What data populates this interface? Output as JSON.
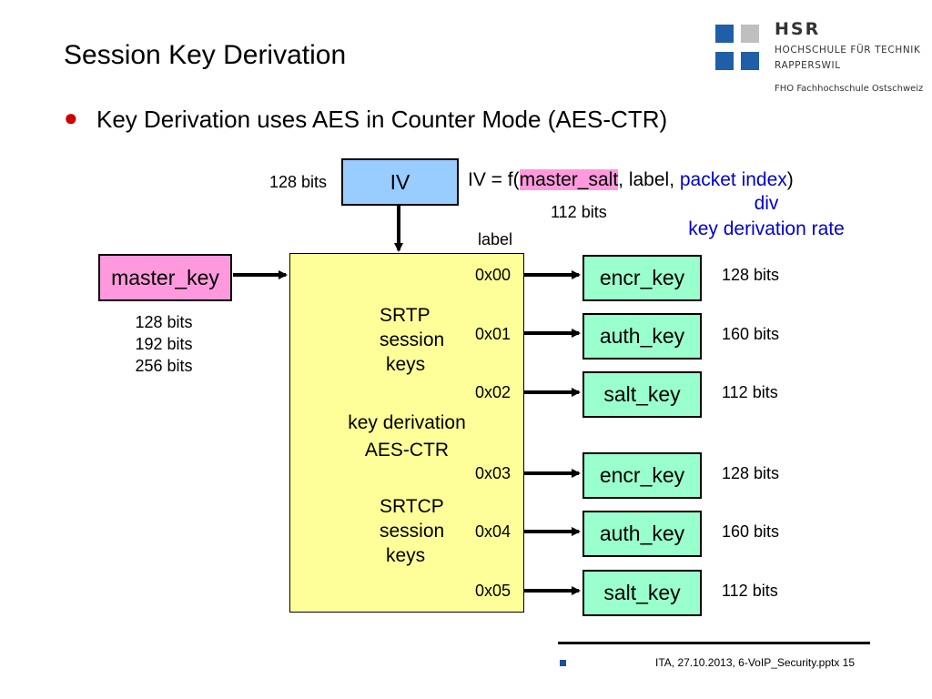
{
  "title": "Session Key Derivation",
  "bullet": "Key Derivation uses AES in Counter Mode (AES-CTR)",
  "logo": {
    "name": "HSR",
    "line1": "HOCHSCHULE FÜR TECHNIK",
    "line2": "RAPPERSWIL",
    "line3": "FHO Fachhochschule Ostschweiz",
    "colors": {
      "blue": "#1f5fa8",
      "gray": "#bfbfbf"
    }
  },
  "iv_box": {
    "label": "IV",
    "bits": "128 bits"
  },
  "iv_formula": {
    "prefix": "IV = f(",
    "master_salt": "master_salt",
    "middle": ", label, ",
    "packet_index": "packet index",
    "suffix": ")",
    "salt_bits": "112 bits",
    "div": "div",
    "kdr": "key derivation rate"
  },
  "master_key": {
    "label": "master_key",
    "bits": [
      "128 bits",
      "192 bits",
      "256 bits"
    ]
  },
  "kdf": {
    "line1": "key derivation",
    "line2": "AES-CTR",
    "label_header": "label",
    "srtp": [
      "SRTP",
      "session",
      "keys"
    ],
    "srtcp": [
      "SRTCP",
      "session",
      "keys"
    ]
  },
  "outputs": [
    {
      "label": "0x00",
      "key": "encr_key",
      "bits": "128 bits"
    },
    {
      "label": "0x01",
      "key": "auth_key",
      "bits": "160 bits"
    },
    {
      "label": "0x02",
      "key": "salt_key",
      "bits": "112 bits"
    },
    {
      "label": "0x03",
      "key": "encr_key",
      "bits": "128 bits"
    },
    {
      "label": "0x04",
      "key": "auth_key",
      "bits": "160 bits"
    },
    {
      "label": "0x05",
      "key": "salt_key",
      "bits": "112 bits"
    }
  ],
  "footer": "ITA, 27.10.2013, 6-VoIP_Security.pptx 15",
  "colors": {
    "pink": "#ff99dd",
    "green": "#99ffcc",
    "blue": "#99ccff",
    "yellow": "#ffff99",
    "bullet": "#cc0000",
    "link_blue": "#0000cc"
  }
}
